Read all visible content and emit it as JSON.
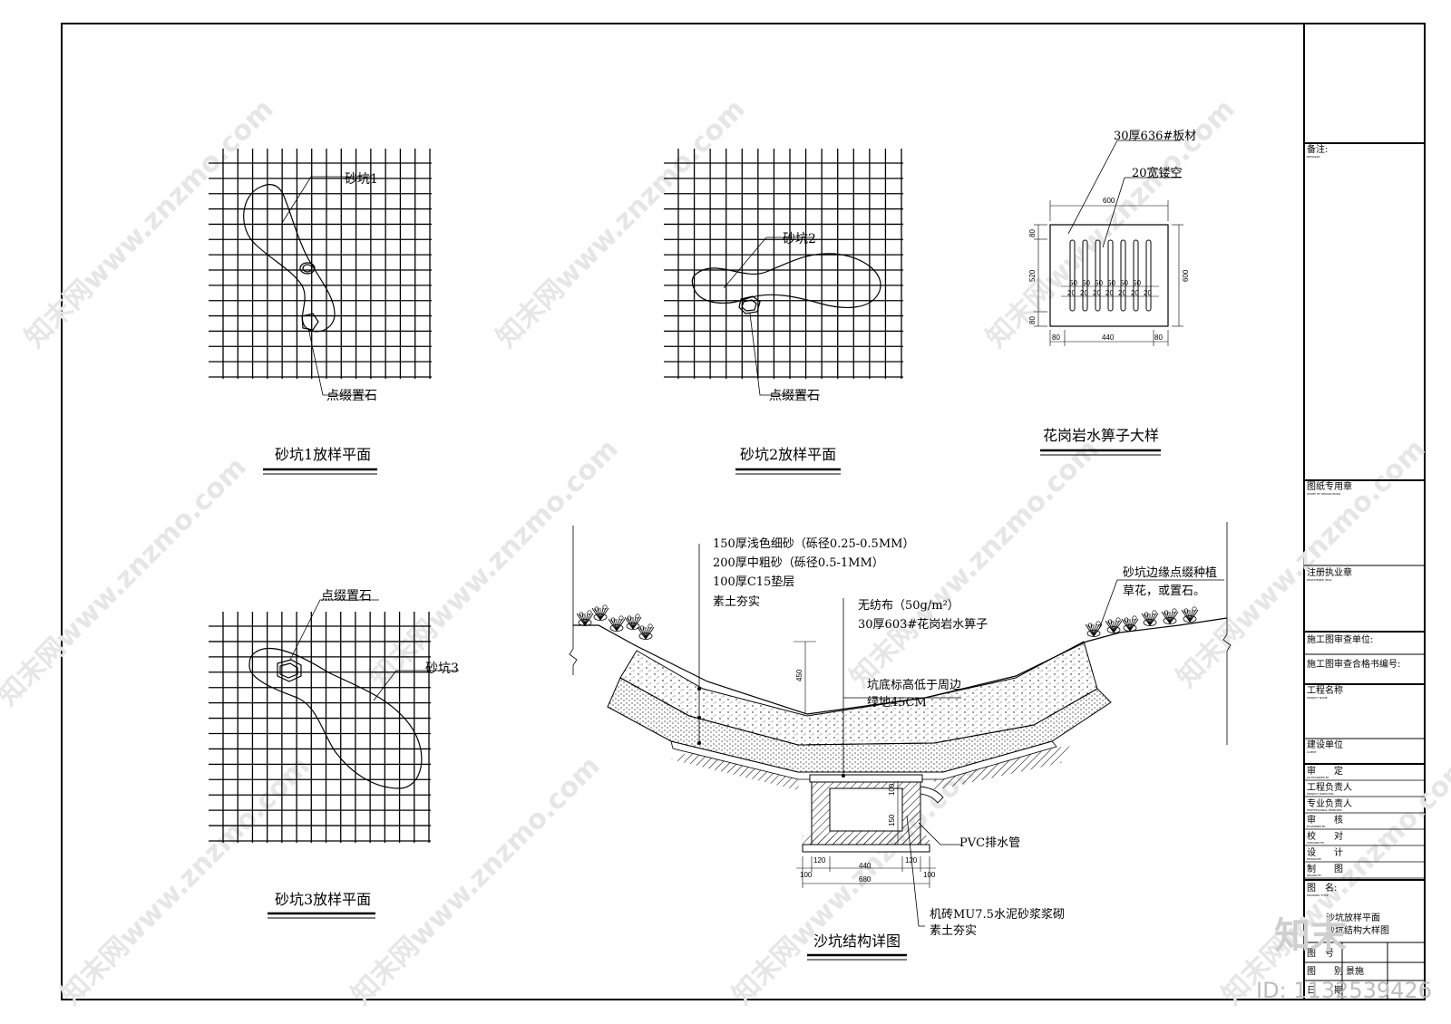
{
  "plan1": {
    "title": "砂坑1放样平面",
    "label_pit": "砂坑1",
    "label_stone": "点缀置石"
  },
  "plan2": {
    "title": "砂坑2放样平面",
    "label_pit": "砂坑2",
    "label_stone": "点缀置石"
  },
  "plan3": {
    "title": "砂坑3放样平面",
    "label_pit": "砂坑3",
    "label_stone": "点缀置石"
  },
  "grate": {
    "title": "花岗岩水箅子大样",
    "label_slab": "30厚636#板材",
    "label_slot": "20宽镂空",
    "dims": {
      "top": "600",
      "right": "600",
      "left_top": "80",
      "left_mid": "520",
      "left_bot": "80",
      "bot_left": "80",
      "bot_mid": "440",
      "bot_right": "80",
      "bar_a": "50",
      "bar_b": "20"
    }
  },
  "section": {
    "title": "沙坑结构详图",
    "layers": [
      "150厚浅色细砂（砾径0.25-0.5MM）",
      "200厚中粗砂（砾径0.5-1MM）",
      "100厚C15垫层",
      "素土夯实"
    ],
    "label_fabric": "无纺布（50g/m²）",
    "label_grate": "30厚603#花岗岩水箅子",
    "label_bottom_line1": "坑底标高低于周边",
    "label_bottom_line2": "绿地45CM",
    "label_planting_line1": "砂坑边缘点缀种植",
    "label_planting_line2": "草花，或置石。",
    "label_pipe": "PVC排水管",
    "label_brick_line1": "机砖MU7.5水泥砂浆浆砌",
    "label_brick_line2": "素土夯实",
    "dims": {
      "depth": "450",
      "b1": "100",
      "b2": "120",
      "b3": "440",
      "b4": "120",
      "b5": "100",
      "total": "680",
      "v1": "100",
      "v2": "150"
    }
  },
  "title_block": {
    "remarks": "备注:",
    "remarks_en": "REMARKS",
    "seal_drawing": "图纸专用章",
    "seal_drawing_en": "STAMP OF DESIGN BOOK",
    "seal_reg": "注册执业章",
    "seal_reg_en": "REGISTERED SEAL",
    "review_unit": "施工图审查单位:",
    "review_cert": "施工图审查合格书编号:",
    "project_name": "工程名称",
    "project_name_en": "PROJECT NAME",
    "client": "建设单位",
    "client_en": "CLIENT",
    "rows": [
      {
        "label": "审　　定",
        "en": "AUTHORIZED BY"
      },
      {
        "label": "工程负责人",
        "en": "PROJECT DIRECTOR"
      },
      {
        "label": "专业负责人",
        "en": "PROFESSIONAL PRINCIPAL"
      },
      {
        "label": "审　　核",
        "en": "EXAMINED BY"
      },
      {
        "label": "校　　对",
        "en": "CHECKED BY"
      },
      {
        "label": "设　　计",
        "en": "DESIGN BY"
      },
      {
        "label": "制　　图",
        "en": "DRAWN BY"
      }
    ],
    "drawing_title_label": "图　名:",
    "drawing_title_en": "DRAWING TITLE",
    "drawing_title_l1": "沙坑放样平面",
    "drawing_title_l2": "沙坑结构大样图",
    "drawing_no_label": "图　号",
    "category_label": "图　　别",
    "category_value": "景施",
    "date_label": "日　　期"
  },
  "watermark": {
    "text": "知末网www.znzmo.com",
    "logo": "知末",
    "id": "ID: 1132539426"
  }
}
